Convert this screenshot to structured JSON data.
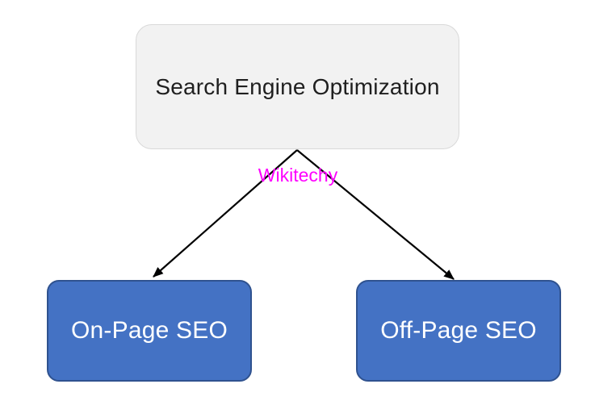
{
  "diagram": {
    "title_node": {
      "label": "Search Engine Optimization",
      "fill": "#F2F2F2",
      "border": "#D9D9D9",
      "text_color": "#1F1F1F"
    },
    "watermark": {
      "text": "Wikitechy",
      "color": "#FF00FF"
    },
    "child_nodes": [
      {
        "id": "on-page-seo",
        "label": "On-Page SEO"
      },
      {
        "id": "off-page-seo",
        "label": "Off-Page SEO"
      }
    ],
    "child_style": {
      "fill": "#4472C4",
      "border": "#2F528F",
      "text_color": "#FFFFFF"
    },
    "connector_color": "#000000"
  }
}
